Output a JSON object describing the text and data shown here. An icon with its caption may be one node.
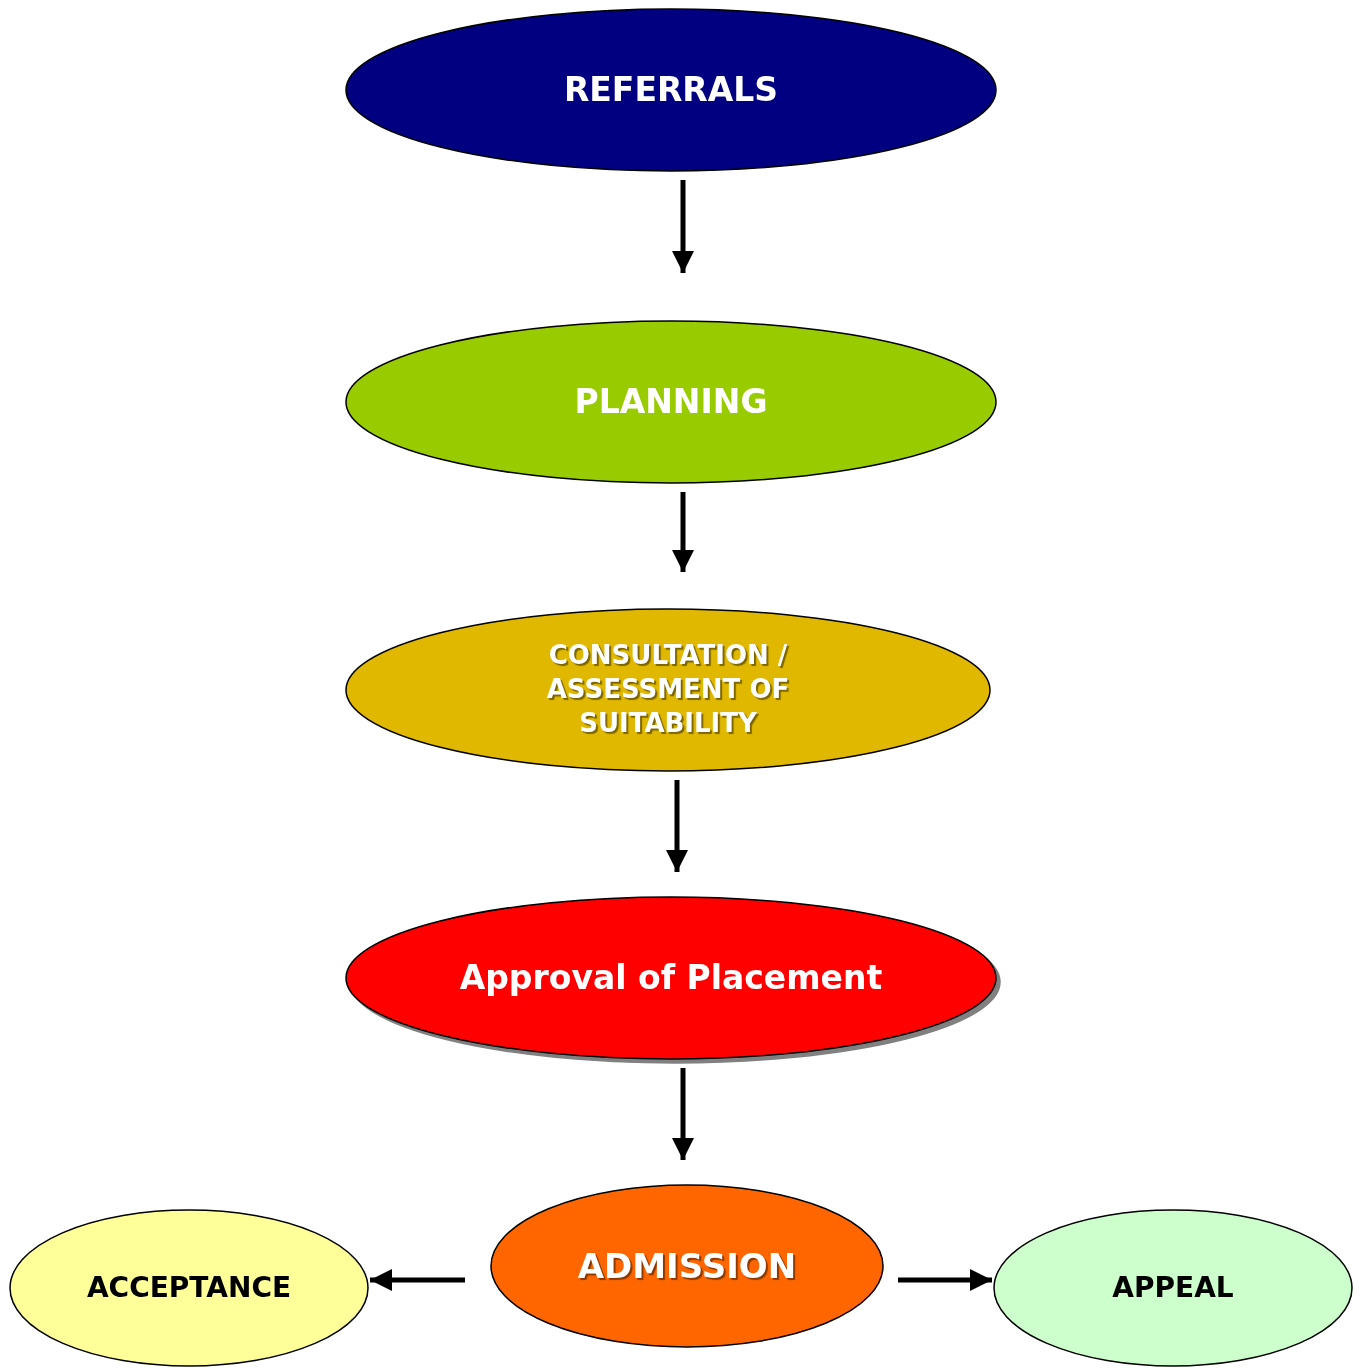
{
  "diagram": {
    "nodes": [
      {
        "text": [
          "REFERRALS"
        ]
      },
      {
        "text": [
          "PLANNING"
        ]
      },
      {
        "text": [
          "CONSULTATION / ASSESSMENT OF SUITABILITY"
        ]
      },
      {
        "text": [
          "Approval of Placement"
        ]
      },
      {
        "text": [
          "ADMISSION"
        ]
      },
      {
        "text": [
          "ACCEPTANCE"
        ]
      },
      {
        "text": [
          "APPEAL"
        ]
      }
    ],
    "edges": [
      {
        "from": 0,
        "to": 1,
        "arrow": "to"
      },
      {
        "from": 1,
        "to": 2,
        "arrow": "to"
      },
      {
        "from": 2,
        "to": 3,
        "arrow": "to"
      },
      {
        "from": 3,
        "to": 4,
        "arrow": "to"
      },
      {
        "from": 4,
        "to": 5,
        "arrow": "to"
      },
      {
        "from": 4,
        "to": 6,
        "arrow": "to"
      }
    ]
  }
}
